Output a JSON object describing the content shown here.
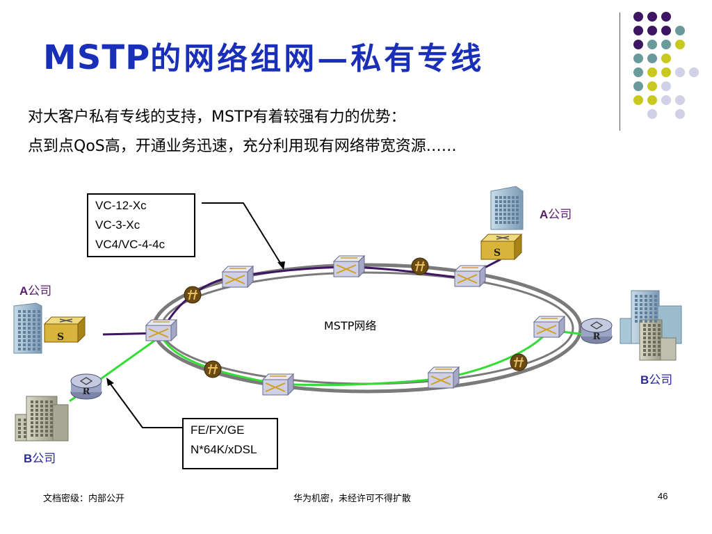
{
  "title": {
    "main": "MSTP",
    "sub": "的网络组网—私有专线"
  },
  "subtitle": {
    "line1": "对大客户私有专线的支持，MSTP有着较强有力的优势：",
    "line2": "点到点QoS高，开通业务迅速，充分利用现有网络带宽资源……"
  },
  "diagram": {
    "network_label": "MSTP网络",
    "callout_top": [
      "VC-12-Xc",
      "VC-3-Xc",
      "VC4/VC-4-4c"
    ],
    "callout_bottom": [
      "FE/FX/GE",
      "N*64K/xDSL"
    ],
    "company_a_prefix": "A",
    "company_b_prefix": "B",
    "company_suffix": "公司",
    "switch_glyph": "S",
    "router_glyph": "R",
    "colors": {
      "ring": "#7a7a7a",
      "purple_link": "#3d1560",
      "green_link": "#33dd33",
      "switch": "#d8b43a",
      "router": "#9aa4c4"
    }
  },
  "decor": {
    "colors": {
      "purple": "#3d1560",
      "teal": "#6b9a9a",
      "yellow": "#c8c820",
      "lavender": "#d0d0e6"
    }
  },
  "footer": {
    "left": "文档密级：内部公开",
    "center": "华为机密，未经许可不得扩散",
    "page": "46"
  }
}
